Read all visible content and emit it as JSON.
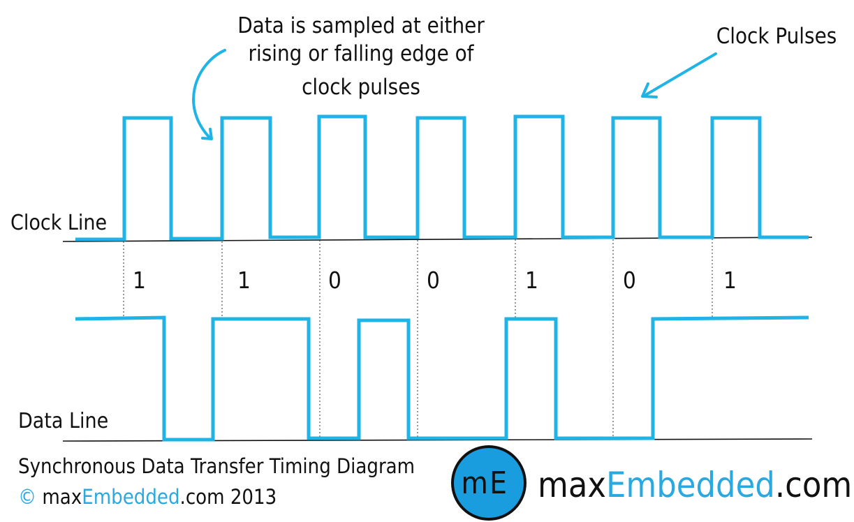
{
  "annotation": {
    "lines": [
      "Data is sampled at either",
      "rising or falling edge of",
      "clock pulses"
    ]
  },
  "clock_pulses_label": "Clock Pulses",
  "clock_line_label": "Clock Line",
  "data_line_label": "Data Line",
  "bits": [
    "1",
    "1",
    "0",
    "0",
    "1",
    "0",
    "1"
  ],
  "footer": {
    "caption": "Synchronous Data Transfer Timing Diagram",
    "copyright_symbol": "©",
    "copyright_pre": " max",
    "copyright_accent": "Embedded",
    "copyright_post": ".com 2013"
  },
  "logo": {
    "letter_m": "m",
    "letter_e": "E",
    "brand_pre": "max",
    "brand_accent": "Embedded",
    "brand_post": ".com"
  },
  "colors": {
    "signal": "#1fb3e6",
    "accent_text": "#29a9e0",
    "logo_fill": "#1a9ddf",
    "text": "#111111",
    "baseline": "#111111"
  }
}
